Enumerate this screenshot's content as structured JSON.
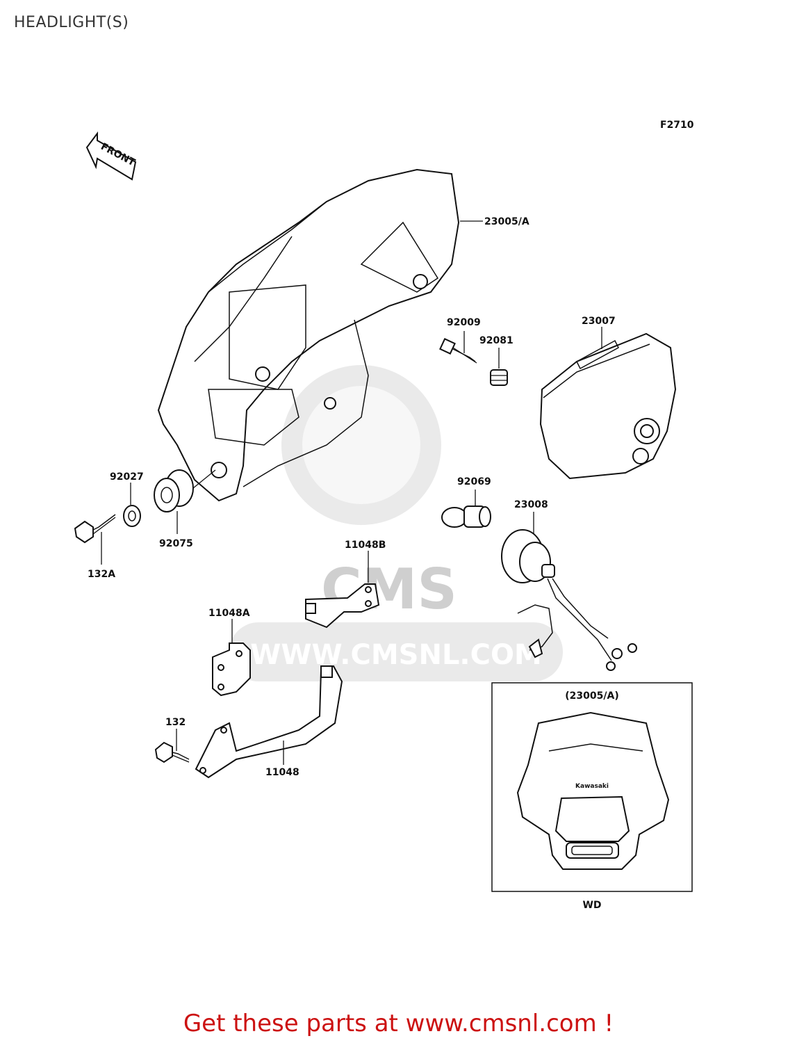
{
  "page": {
    "title": "HEADLIGHT(S)"
  },
  "diagram": {
    "figure_code": "F2710",
    "front_arrow_label": "FRONT",
    "parts": [
      {
        "id": "23005A",
        "label": "23005/A"
      },
      {
        "id": "92009",
        "label": "92009"
      },
      {
        "id": "92081",
        "label": "92081"
      },
      {
        "id": "23007",
        "label": "23007"
      },
      {
        "id": "92027",
        "label": "92027"
      },
      {
        "id": "92075",
        "label": "92075"
      },
      {
        "id": "132A",
        "label": "132A"
      },
      {
        "id": "92069",
        "label": "92069"
      },
      {
        "id": "23008",
        "label": "23008"
      },
      {
        "id": "11048B",
        "label": "11048B"
      },
      {
        "id": "11048A",
        "label": "11048A"
      },
      {
        "id": "132",
        "label": "132"
      },
      {
        "id": "11048",
        "label": "11048"
      }
    ],
    "inset": {
      "title": "(23005/A)",
      "caption": "WD",
      "brand": "Kawasaki"
    },
    "watermark": {
      "text": "CMS",
      "url": "WWW.CMSNL.COM"
    }
  },
  "footer": {
    "text": "Get these parts at www.cmsnl.com !",
    "color": "#cc1111"
  }
}
